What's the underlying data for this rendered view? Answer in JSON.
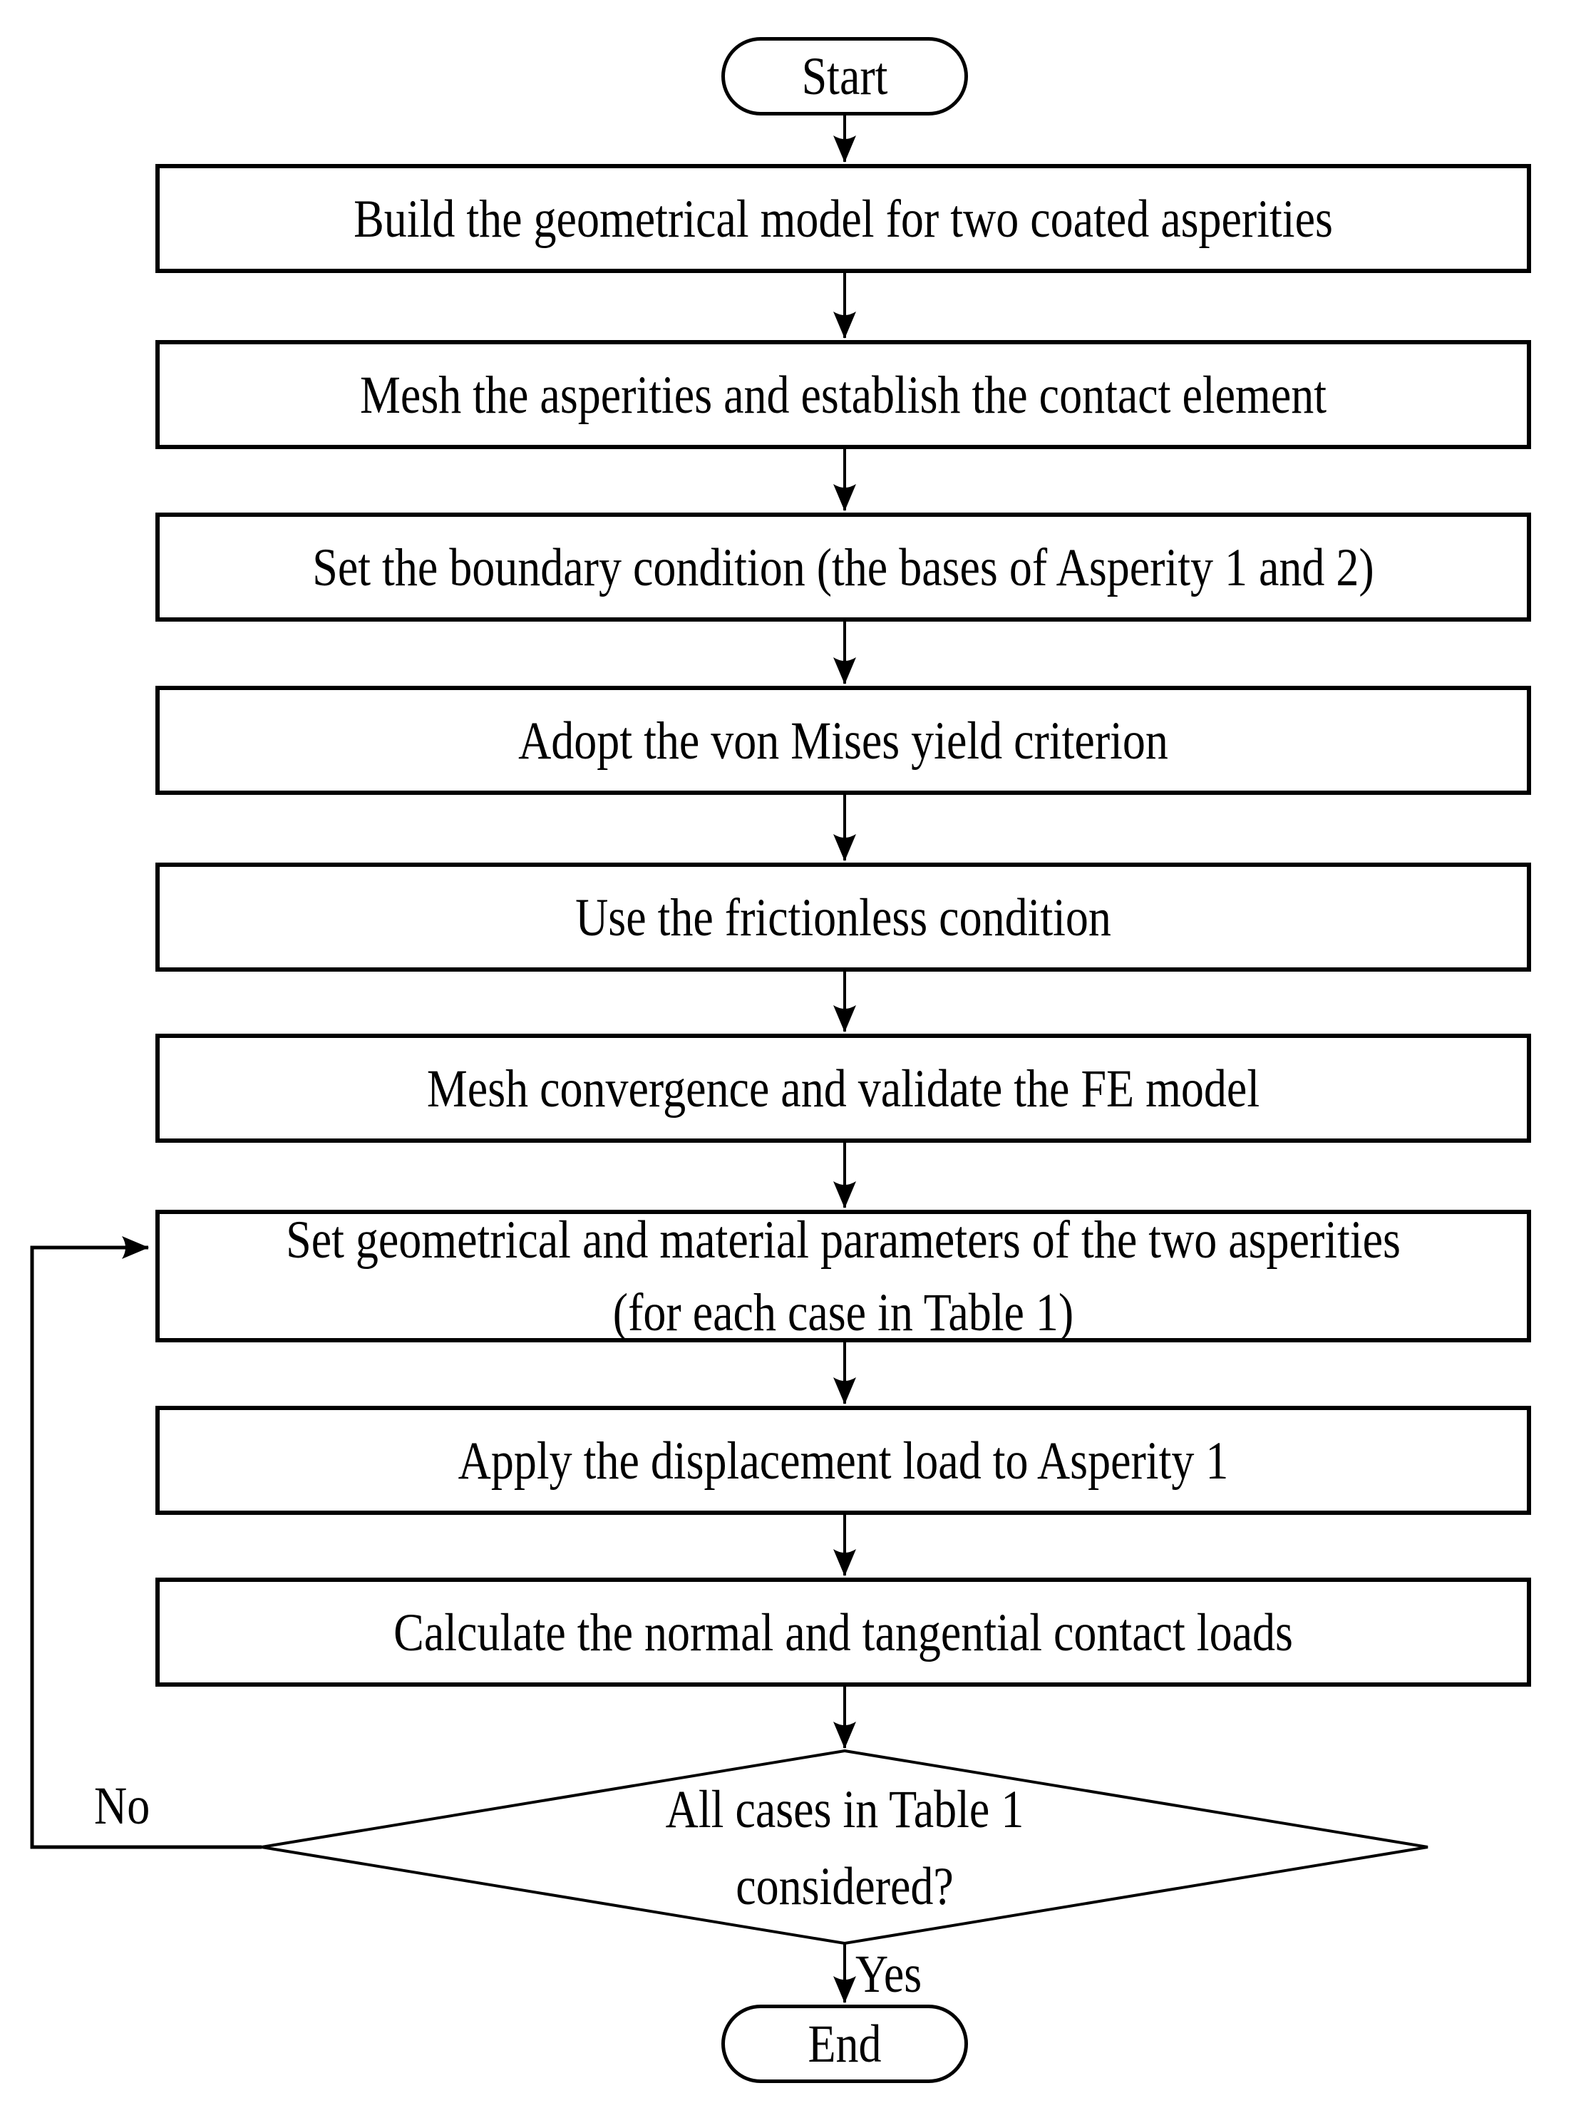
{
  "figure": {
    "type": "flowchart",
    "background_color": "#ffffff",
    "stroke_color": "#000000",
    "nodes": {
      "start": {
        "label": "Start"
      },
      "steps": [
        {
          "line1": "Build the geometrical model for two coated asperities",
          "line2": ""
        },
        {
          "line1": "Mesh the asperities and establish the contact element",
          "line2": ""
        },
        {
          "line1": "Set the boundary condition (the bases of Asperity 1 and 2)",
          "line2": ""
        },
        {
          "line1": "Adopt the von Mises yield criterion",
          "line2": ""
        },
        {
          "line1": "Use the frictionless condition",
          "line2": ""
        },
        {
          "line1": "Mesh convergence and validate the FE model",
          "line2": ""
        },
        {
          "line1": "Set geometrical and material parameters of the two asperities",
          "line2": "(for each case in Table 1)"
        },
        {
          "line1": "Apply the displacement load to Asperity 1",
          "line2": ""
        },
        {
          "line1": "Calculate the normal and tangential contact loads",
          "line2": ""
        }
      ],
      "decision": {
        "line1": "All cases in Table 1",
        "line2": "considered?"
      },
      "end": {
        "label": "End"
      }
    },
    "edge_labels": {
      "no": "No",
      "yes": "Yes"
    }
  }
}
